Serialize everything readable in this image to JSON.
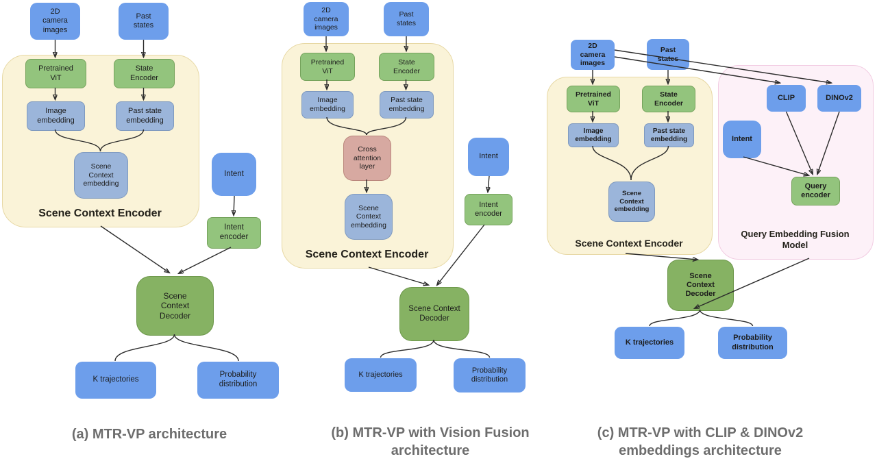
{
  "figure_title": "MTR-VP architecture variants",
  "colors": {
    "node_blue": "#6d9eeb",
    "node_green": "#93c47d",
    "decoder_green": "#86b263",
    "embedding_blue": "#9bb5da",
    "cross_attention_pink": "#d7a9a1",
    "group_yellow_fill": "#faf3d8",
    "group_yellow_border": "#e7d8a4",
    "group_pink_fill": "#fdf1f8",
    "group_pink_border": "#f2cce2",
    "caption_gray": "#6d6d6d",
    "arrow_black": "#2b2b2b",
    "text_dark": "#1c1c1c"
  },
  "panels": [
    {
      "caption": "(a) MTR-VP architecture",
      "encoder_label": "Scene Context Encoder",
      "nodes": {
        "camera": "2D\ncamera\nimages",
        "past_states": "Past\nstates",
        "pretrained_vit": "Pretrained\nViT",
        "state_encoder": "State\nEncoder",
        "image_embedding": "Image\nembedding",
        "past_state_embedding": "Past state\nembedding",
        "scene_context_embedding": "Scene\nContext\nembedding",
        "intent": "Intent",
        "intent_encoder": "Intent\nencoder",
        "scene_context_decoder": "Scene\nContext\nDecoder",
        "k_trajectories": "K trajectories",
        "probability_distribution": "Probability\ndistribution"
      }
    },
    {
      "caption": "(b) MTR-VP with Vision Fusion\narchitecture",
      "encoder_label": "Scene Context Encoder",
      "nodes": {
        "camera": "2D\ncamera\nimages",
        "past_states": "Past\nstates",
        "pretrained_vit": "Pretrained\nViT",
        "state_encoder": "State\nEncoder",
        "image_embedding": "Image\nembedding",
        "past_state_embedding": "Past state\nembedding",
        "cross_attention": "Cross\nattention\nlayer",
        "scene_context_embedding": "Scene\nContext\nembedding",
        "intent": "Intent",
        "intent_encoder": "Intent\nencoder",
        "scene_context_decoder": "Scene Context\nDecoder",
        "k_trajectories": "K trajectories",
        "probability_distribution": "Probability\ndistribution"
      }
    },
    {
      "caption": "(c) MTR-VP with CLIP & DINOv2\nembeddings architecture",
      "encoder_label": "Scene Context Encoder",
      "fusion_label": "Query Embedding Fusion\nModel",
      "nodes": {
        "camera": "2D\ncamera\nimages",
        "past_states": "Past\nstates",
        "pretrained_vit": "Pretrained\nViT",
        "state_encoder": "State\nEncoder",
        "image_embedding": "Image\nembedding",
        "past_state_embedding": "Past state\nembedding",
        "scene_context_embedding": "Scene\nContext\nembedding",
        "clip": "CLIP",
        "dinov2": "DINOv2",
        "intent": "Intent",
        "query_encoder": "Query\nencoder",
        "scene_context_decoder": "Scene\nContext\nDecoder",
        "k_trajectories": "K trajectories",
        "probability_distribution": "Probability\ndistribution"
      }
    }
  ]
}
